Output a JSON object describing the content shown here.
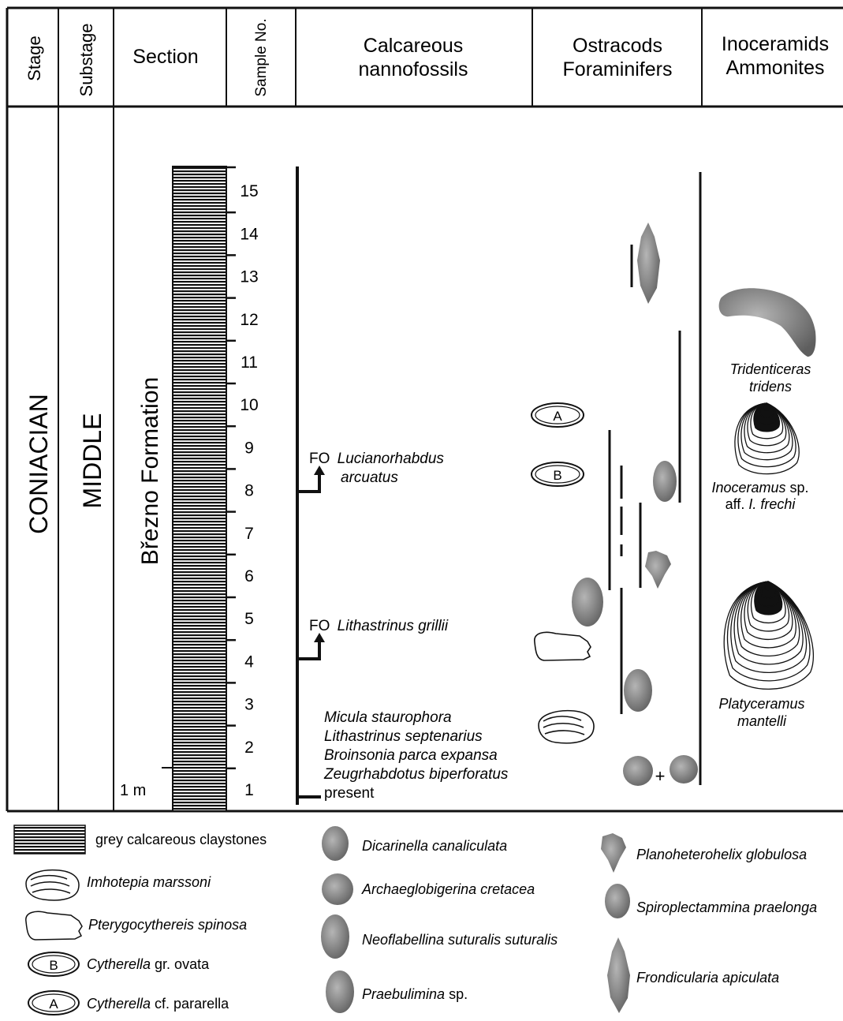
{
  "header": {
    "stage": "Stage",
    "substage": "Substage",
    "section": "Section",
    "sample_no": "Sample No.",
    "nanno_1": "Calcareous",
    "nanno_2": "nannofossils",
    "ostra_1": "Ostracods",
    "ostra_2": "Foraminifers",
    "inoc_1": "Inoceramids",
    "inoc_2": "Ammonites"
  },
  "body": {
    "stage": "CONIACIAN",
    "substage": "MIDDLE",
    "formation": "Březno Formation",
    "scale_label": "1 m",
    "samples": [
      "1",
      "2",
      "3",
      "4",
      "5",
      "6",
      "7",
      "8",
      "9",
      "10",
      "11",
      "12",
      "13",
      "14",
      "15"
    ]
  },
  "nanno_events": {
    "fo1_prefix": "FO",
    "fo1_name_a": "Lucianorhabdus",
    "fo1_name_b": "arcuatus",
    "fo2_prefix": "FO",
    "fo2_name": "Lithastrinus grillii",
    "present_list": [
      "Micula staurophora",
      "Lithastrinus septenarius",
      "Broinsonia parca expansa",
      "Zeugrhabdotus biperforatus"
    ],
    "present_label": "present"
  },
  "ostracod_markers": {
    "a": "A",
    "b": "B",
    "plus": "+"
  },
  "macrofossils": {
    "trid_1": "Tridenticeras",
    "trid_2": "tridens",
    "inoc_1a": "Inoceramus",
    "inoc_1b": " sp.",
    "inoc_2a": "aff. ",
    "inoc_2b": "I. frechi",
    "platy_1": "Platyceramus",
    "platy_2": "mantelli"
  },
  "legend": {
    "claystone": "grey calcareous claystones",
    "imhotepia": "Imhotepia marssoni",
    "pterygo": "Pterygocythereis spinosa",
    "cyth_b_marker": "B",
    "cyth_b_genus": "Cytherella",
    "cyth_b_rest": " gr. ovata",
    "cyth_a_marker": "A",
    "cyth_a_genus": "Cytherella",
    "cyth_a_rest": " cf. pararella",
    "dicarinella": "Dicarinella canaliculata",
    "archaeo": "Archaeglobigerina cretacea",
    "neoflab": "Neoflabellina suturalis suturalis",
    "praebu_a": "Praebulimina",
    "praebu_b": " sp.",
    "planohet": "Planoheterohelix globulosa",
    "spiroplec": "Spiroplectammina praelonga",
    "frondic": "Frondicularia apiculata"
  },
  "colors": {
    "line": "#111111",
    "fossil": "#7a7a7a",
    "fossil_dark": "#555555"
  }
}
